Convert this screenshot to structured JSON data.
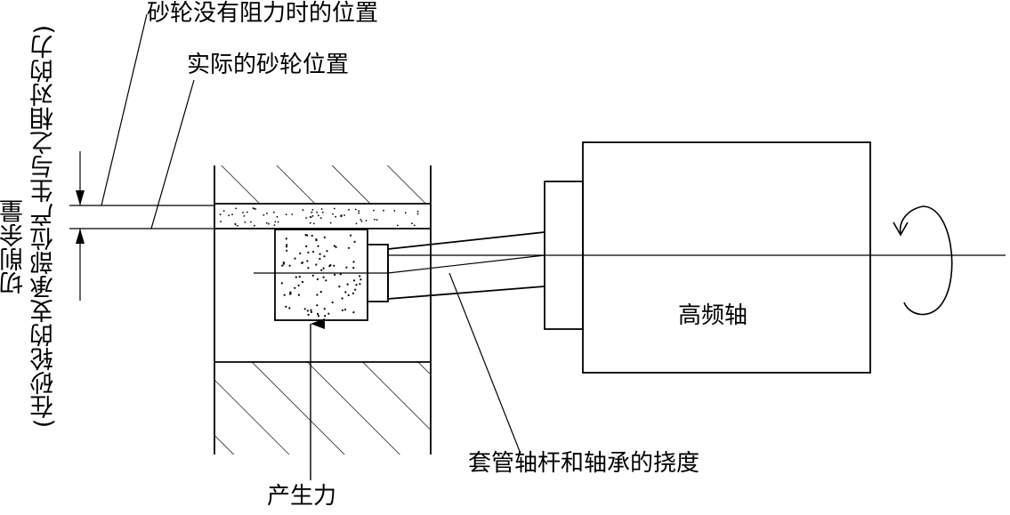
{
  "labels": {
    "no_resistance": "砂轮没有阻力时的位置",
    "actual_position": "实际的砂轮位置",
    "allowance_main": "切削余量",
    "allowance_note": "(在砂轮的支承部位产生与之相对的力)",
    "spindle": "高频轴",
    "deflection": "套管轴杆和轴承的挠度",
    "force": "产生力"
  },
  "colors": {
    "ink": "#000000",
    "paper": "#ffffff"
  }
}
